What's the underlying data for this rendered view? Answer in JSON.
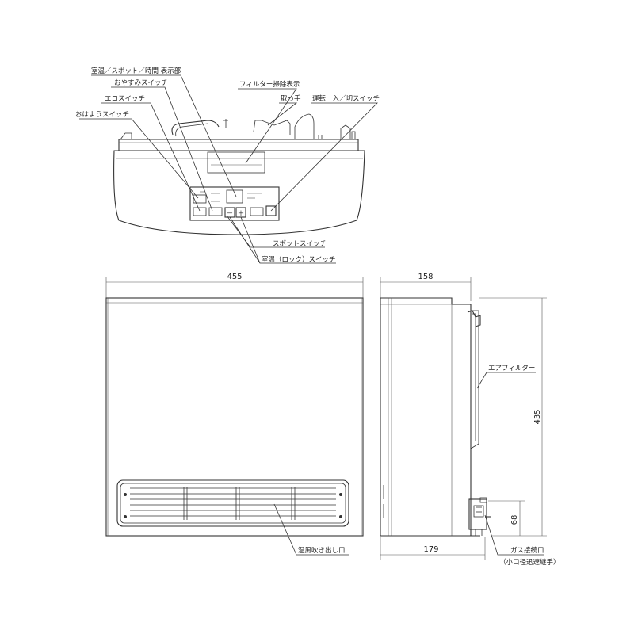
{
  "callouts": {
    "display": "室温／スポット／時間 表示部",
    "sleep_switch": "おやすみスイッチ",
    "eco_switch": "エコスイッチ",
    "wake_switch": "おはようスイッチ",
    "filter_display": "フィルター掃除表示",
    "handle": "取っ手",
    "power_switch": "運転　入／切スイッチ",
    "spot_switch": "スポットスイッチ",
    "room_temp_lock_switch": "室温（ロック）スイッチ",
    "air_filter": "エアフィルター",
    "warm_air_outlet": "温風吹き出し口",
    "gas_connection": "ガス接続口",
    "gas_connection_note": "（小口径迅速継手）"
  },
  "dimensions": {
    "width": "455",
    "depth_top": "158",
    "height": "435",
    "depth_bottom": "179",
    "gas_height": "68"
  },
  "panel": {
    "minus": "－",
    "plus": "＋"
  },
  "colors": {
    "line": "#333333",
    "background": "#ffffff"
  }
}
